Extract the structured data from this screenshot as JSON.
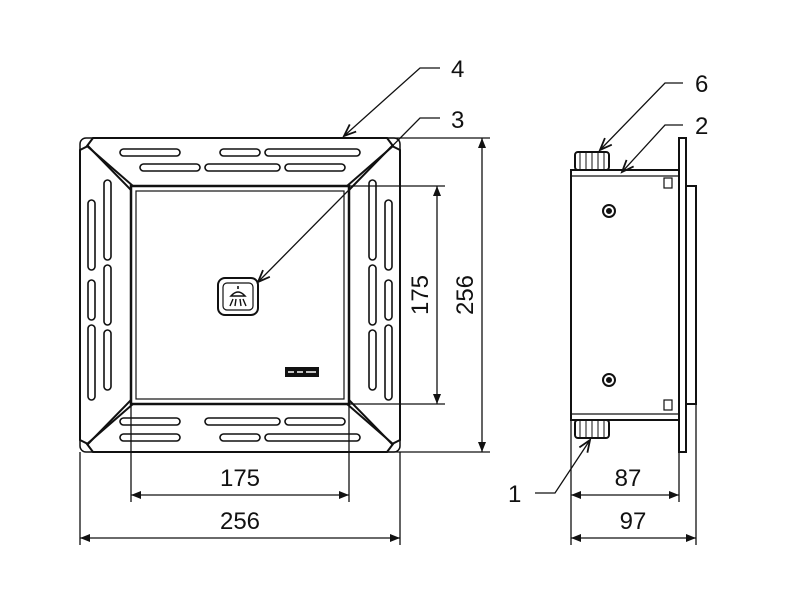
{
  "callouts": {
    "c1": "1",
    "c2": "2",
    "c3": "3",
    "c4": "4",
    "c6": "6"
  },
  "dimensions": {
    "front_inner_width": "175",
    "front_outer_width": "256",
    "front_inner_height": "175",
    "front_outer_height": "256",
    "side_body_depth": "87",
    "side_total_depth": "97"
  },
  "colors": {
    "line": "#111111",
    "background": "#ffffff"
  },
  "icons": {
    "front_panel": "shower-icon",
    "brand_mark": "brand-logo"
  }
}
